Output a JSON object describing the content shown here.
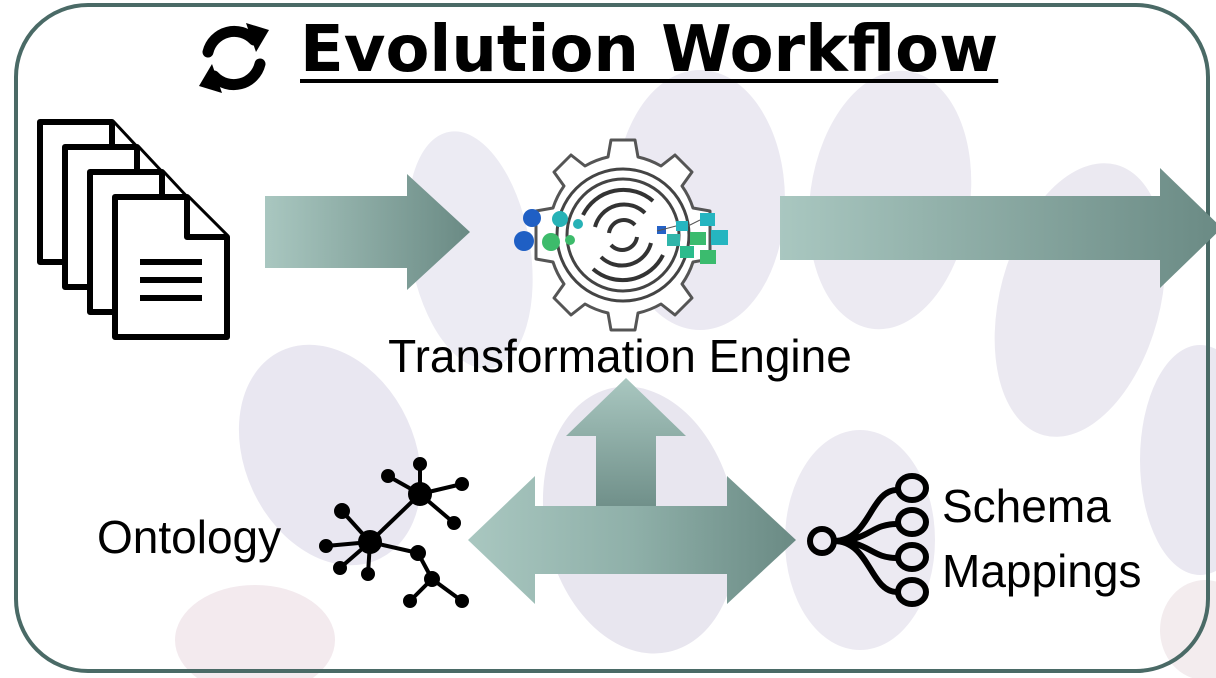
{
  "diagram": {
    "title": "Evolution Workflow",
    "icons": {
      "title": "sync-icon",
      "input": "documents-stack-icon",
      "engine": "gear-transform-icon",
      "ontology": "graph-network-icon",
      "schema": "tree-mapping-icon"
    },
    "nodes": {
      "engine": "Transformation Engine",
      "ontology": "Ontology",
      "schema_line1": "Schema",
      "schema_line2": "Mappings"
    },
    "colors": {
      "frame": "#4a6a66",
      "arrow_light": "#a8c6bf",
      "arrow_dark": "#6b8c85",
      "blob": "#e6e4ef"
    }
  }
}
